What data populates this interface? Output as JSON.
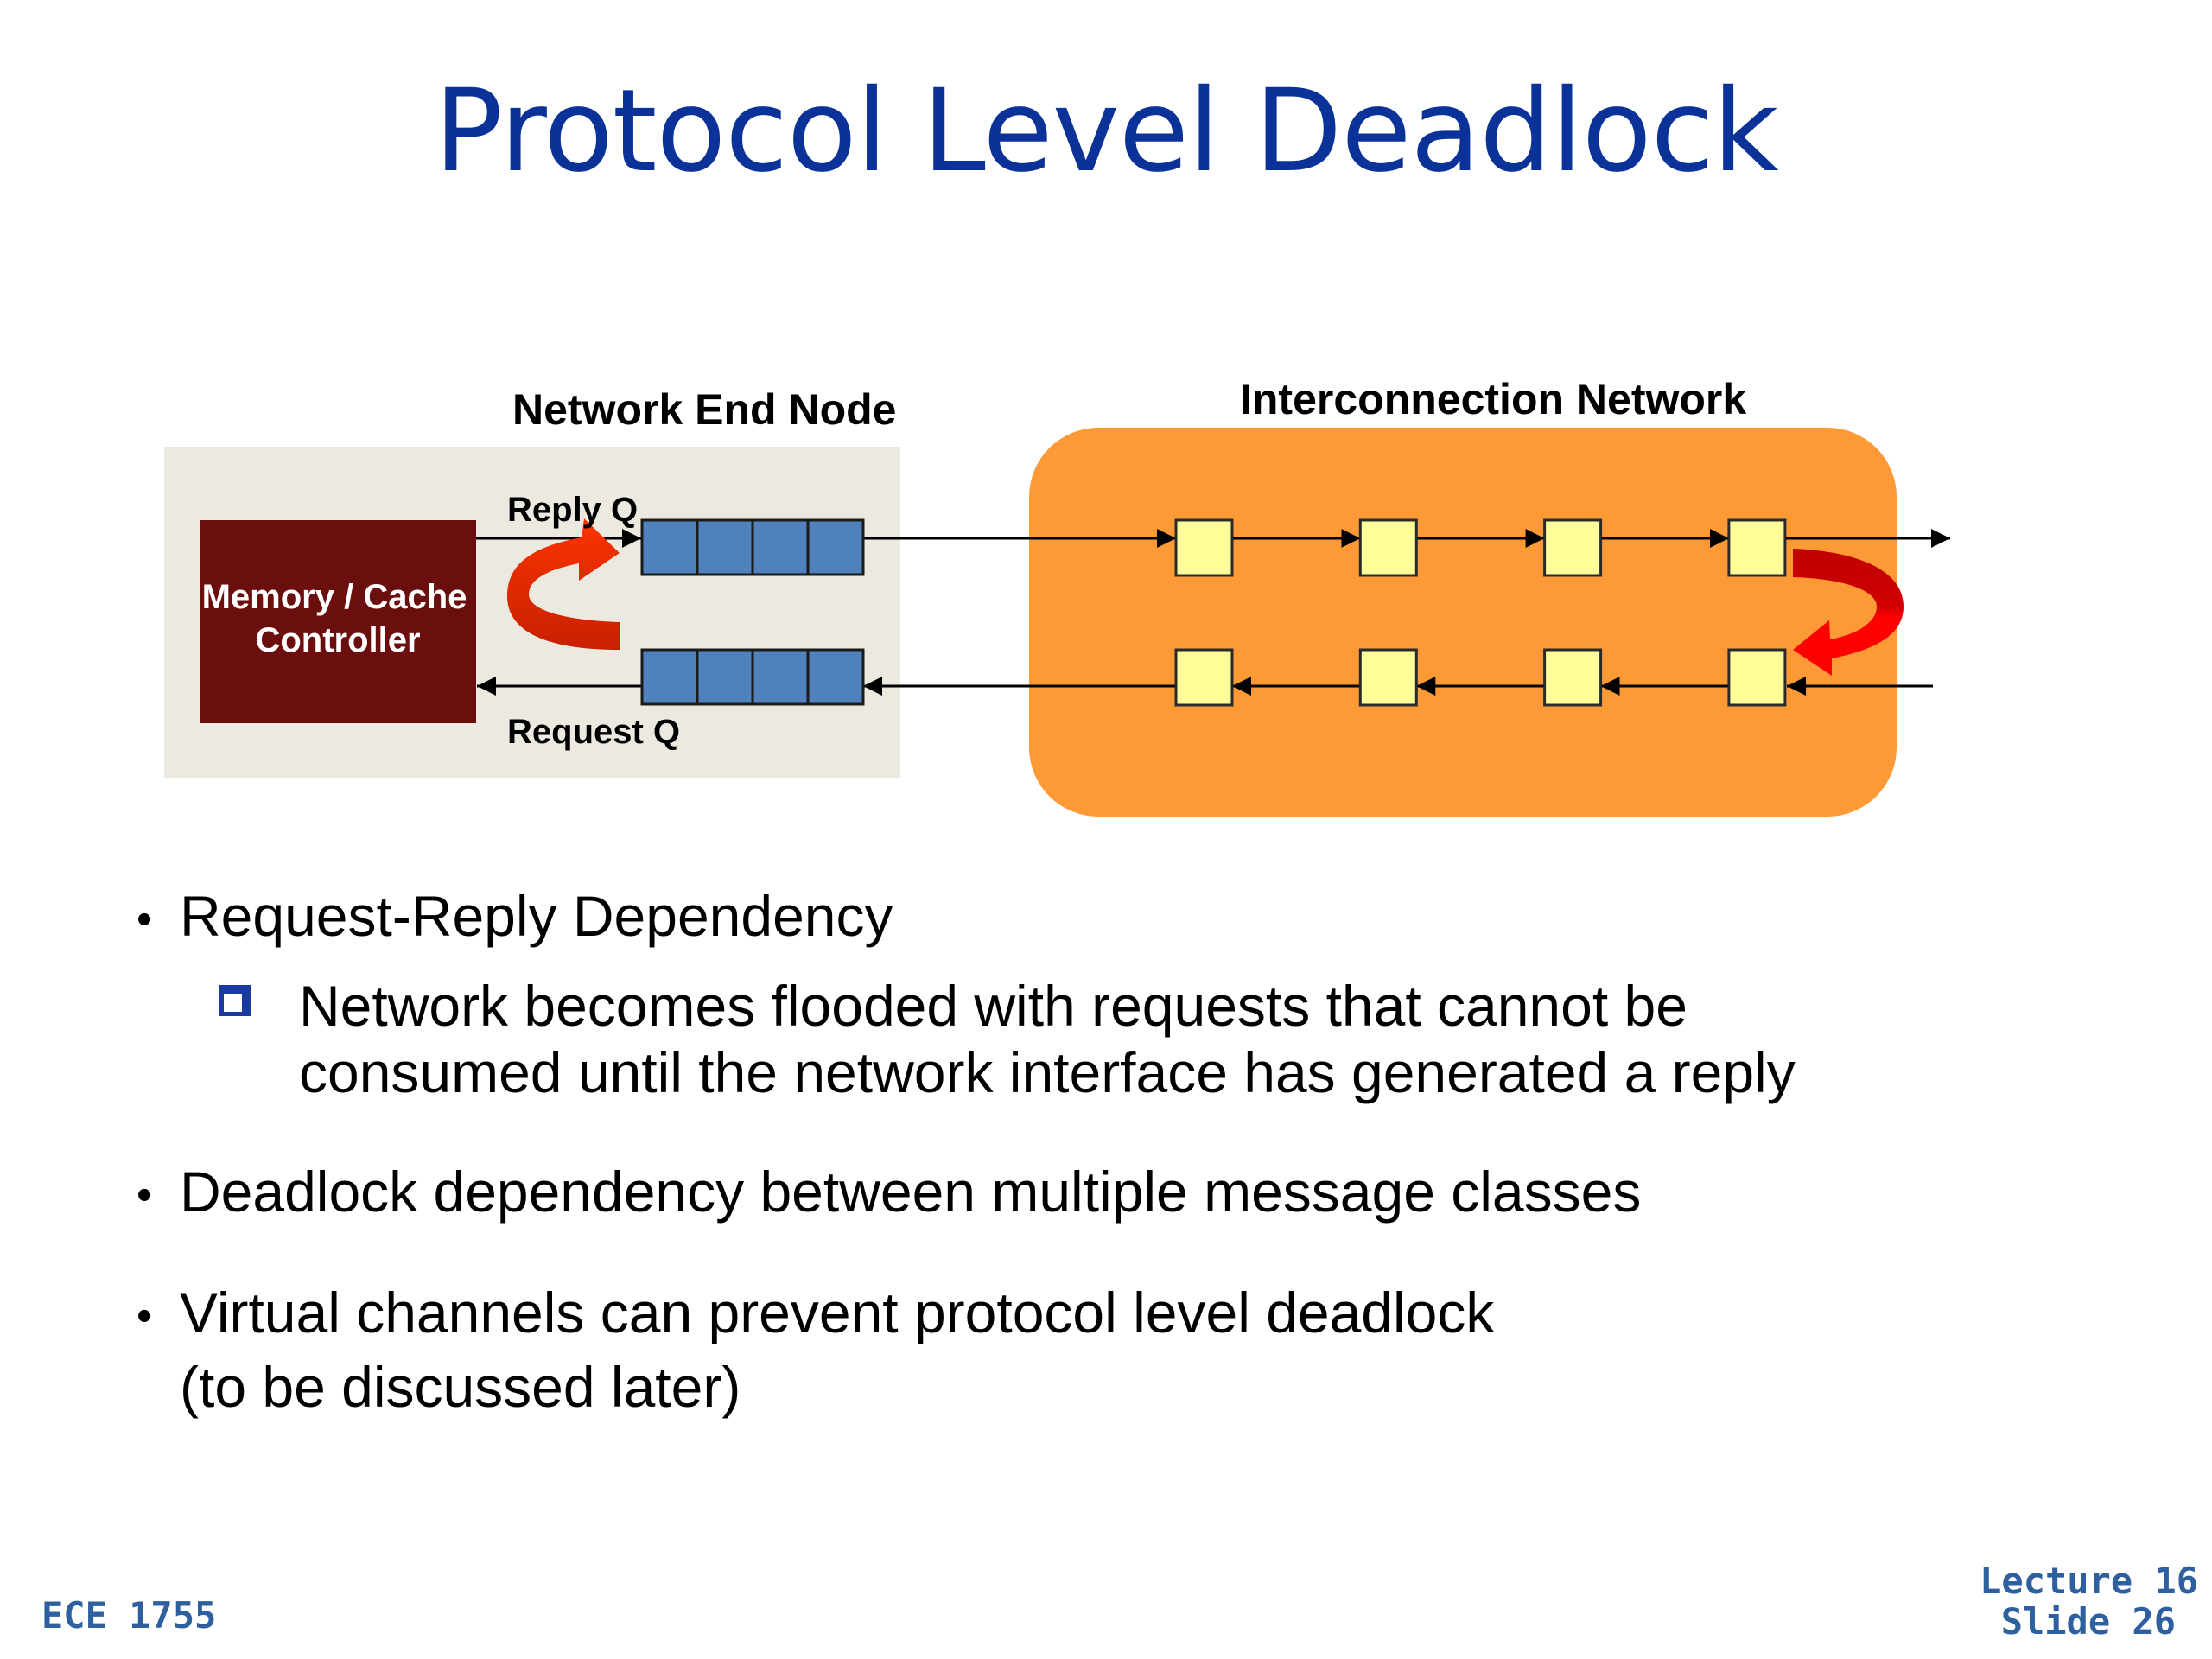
{
  "slide": {
    "title": "Protocol Level Deadlock"
  },
  "diagram": {
    "end_node": {
      "label": "Network End Node",
      "controller_line1": "Memory / Cache",
      "controller_line2": "Controller",
      "reply_queue_label": "Reply Q",
      "request_queue_label": "Request Q",
      "queue_cells": 4
    },
    "network": {
      "label": "Interconnection Network",
      "routers_per_row": 4,
      "rows": [
        "outbound",
        "inbound"
      ]
    },
    "colors": {
      "end_node_bg": "#ebe9e0",
      "controller": "#6b0e0e",
      "queue_cell": "#4f81bd",
      "network_bg": "#fd9a35",
      "router": "#fffe99",
      "dependency_arrow_dark": "#c80000",
      "dependency_arrow_light": "#ff2a00"
    }
  },
  "bullets": [
    {
      "text": "Request-Reply Dependency",
      "sub": [
        {
          "icon": "box-bullet-icon",
          "lines": [
            "Network becomes flooded with requests that cannot be",
            "consumed until the network interface has generated a reply"
          ]
        }
      ]
    },
    {
      "lines": [
        "Deadlock dependency between multiple message classes"
      ]
    },
    {
      "lines": [
        "Virtual channels can prevent protocol level deadlock",
        "(to be discussed later)"
      ]
    }
  ],
  "footer": {
    "course": "ECE 1755",
    "lecture": "Lecture 16",
    "slide": "Slide 26"
  }
}
